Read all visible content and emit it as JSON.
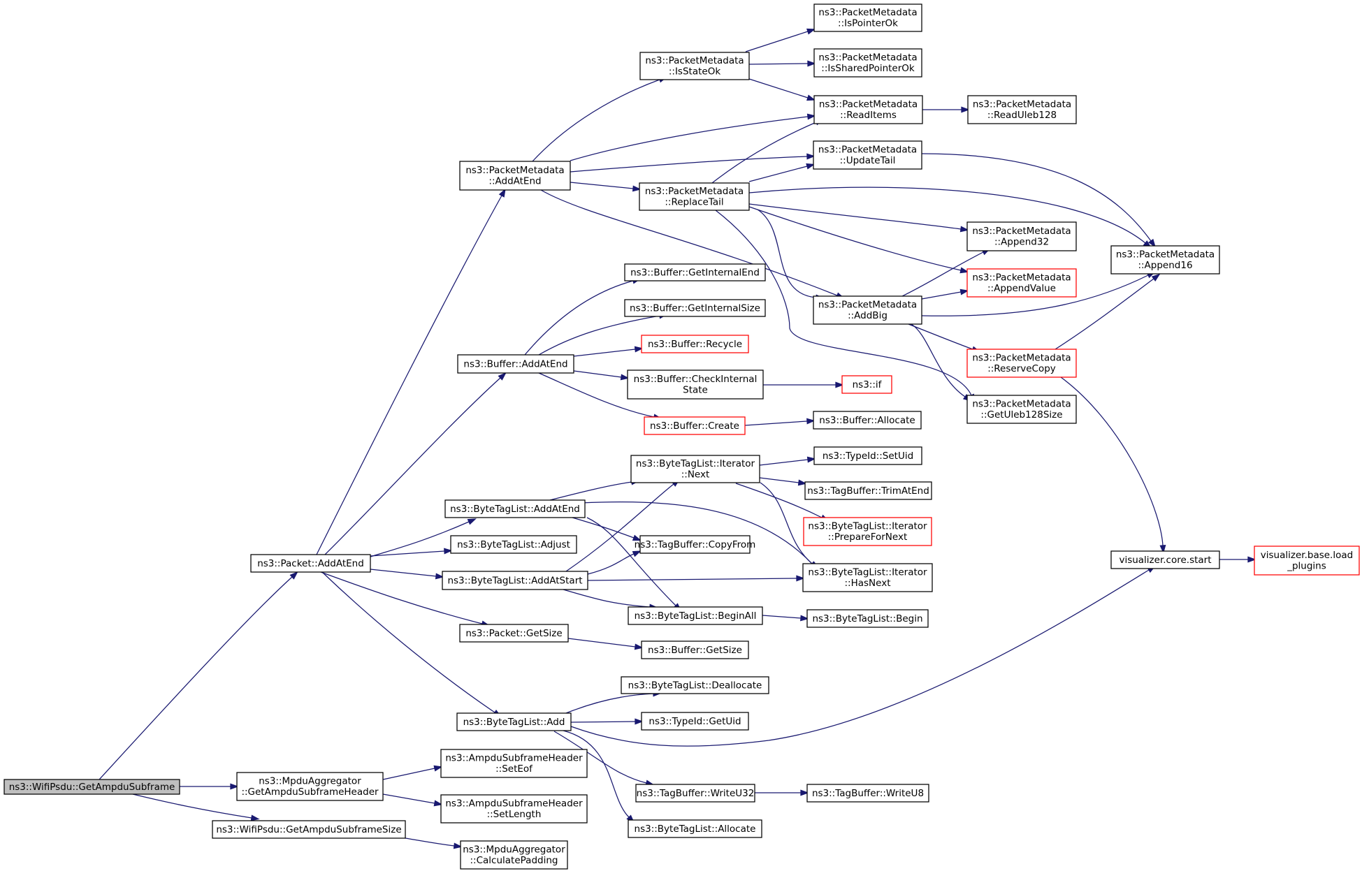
{
  "colors": {
    "edge": "#191970",
    "node_border": "#000000",
    "node_border_incomplete": "#ff0000",
    "node_fill": "#ffffff",
    "root_fill": "#bfbfbf"
  },
  "nodes": [
    {
      "id": "n0",
      "lines": [
        "ns3::WifiPsdu::GetAmpduSubframe"
      ],
      "root": true
    },
    {
      "id": "n1",
      "lines": [
        "ns3::Packet::AddAtEnd"
      ]
    },
    {
      "id": "n2",
      "lines": [
        "ns3::MpduAggregator",
        "::GetAmpduSubframeHeader"
      ]
    },
    {
      "id": "n3",
      "lines": [
        "ns3::WifiPsdu::GetAmpduSubframeSize"
      ]
    },
    {
      "id": "n4",
      "lines": [
        "ns3::PacketMetadata",
        "::AddAtEnd"
      ]
    },
    {
      "id": "n5",
      "lines": [
        "ns3::Buffer::AddAtEnd"
      ]
    },
    {
      "id": "n6",
      "lines": [
        "ns3::ByteTagList::AddAtEnd"
      ]
    },
    {
      "id": "n7",
      "lines": [
        "ns3::ByteTagList::Adjust"
      ]
    },
    {
      "id": "n8",
      "lines": [
        "ns3::ByteTagList::AddAtStart"
      ]
    },
    {
      "id": "n9",
      "lines": [
        "ns3::Packet::GetSize"
      ]
    },
    {
      "id": "n10",
      "lines": [
        "ns3::ByteTagList::Add"
      ]
    },
    {
      "id": "n11",
      "lines": [
        "ns3::AmpduSubframeHeader",
        "::SetEof"
      ]
    },
    {
      "id": "n12",
      "lines": [
        "ns3::AmpduSubframeHeader",
        "::SetLength"
      ]
    },
    {
      "id": "n13",
      "lines": [
        "ns3::MpduAggregator",
        "::CalculatePadding"
      ]
    },
    {
      "id": "n14",
      "lines": [
        "ns3::PacketMetadata",
        "::IsStateOk"
      ]
    },
    {
      "id": "n15",
      "lines": [
        "ns3::PacketMetadata",
        "::ReplaceTail"
      ]
    },
    {
      "id": "n16",
      "lines": [
        "ns3::PacketMetadata",
        "::IsPointerOk"
      ]
    },
    {
      "id": "n17",
      "lines": [
        "ns3::PacketMetadata",
        "::IsSharedPointerOk"
      ]
    },
    {
      "id": "n18",
      "lines": [
        "ns3::PacketMetadata",
        "::ReadItems"
      ]
    },
    {
      "id": "n19",
      "lines": [
        "ns3::PacketMetadata",
        "::UpdateTail"
      ]
    },
    {
      "id": "n20",
      "lines": [
        "ns3::PacketMetadata",
        "::ReadUleb128"
      ]
    },
    {
      "id": "n21",
      "lines": [
        "ns3::PacketMetadata",
        "::Append16"
      ]
    },
    {
      "id": "n22",
      "lines": [
        "ns3::PacketMetadata",
        "::Append32"
      ]
    },
    {
      "id": "n23",
      "lines": [
        "ns3::PacketMetadata",
        "::AppendValue"
      ],
      "incomplete": true
    },
    {
      "id": "n24",
      "lines": [
        "ns3::PacketMetadata",
        "::AddBig"
      ]
    },
    {
      "id": "n25",
      "lines": [
        "ns3::PacketMetadata",
        "::ReserveCopy"
      ],
      "incomplete": true
    },
    {
      "id": "n26",
      "lines": [
        "ns3::PacketMetadata",
        "::GetUleb128Size"
      ]
    },
    {
      "id": "n27",
      "lines": [
        "ns3::Buffer::GetInternalEnd"
      ]
    },
    {
      "id": "n28",
      "lines": [
        "ns3::Buffer::GetInternalSize"
      ]
    },
    {
      "id": "n29",
      "lines": [
        "ns3::Buffer::Recycle"
      ],
      "incomplete": true
    },
    {
      "id": "n30",
      "lines": [
        "ns3::Buffer::CheckInternal",
        "State"
      ]
    },
    {
      "id": "n31",
      "lines": [
        "ns3::if"
      ],
      "incomplete": true
    },
    {
      "id": "n32",
      "lines": [
        "ns3::Buffer::Create"
      ],
      "incomplete": true
    },
    {
      "id": "n33",
      "lines": [
        "ns3::Buffer::Allocate"
      ]
    },
    {
      "id": "n34",
      "lines": [
        "ns3::ByteTagList::Iterator",
        "::Next"
      ]
    },
    {
      "id": "n35",
      "lines": [
        "ns3::TypeId::SetUid"
      ]
    },
    {
      "id": "n36",
      "lines": [
        "ns3::TagBuffer::TrimAtEnd"
      ]
    },
    {
      "id": "n37",
      "lines": [
        "ns3::ByteTagList::Iterator",
        "::PrepareForNext"
      ],
      "incomplete": true
    },
    {
      "id": "n38",
      "lines": [
        "ns3::TagBuffer::CopyFrom"
      ]
    },
    {
      "id": "n39",
      "lines": [
        "ns3::ByteTagList::Iterator",
        "::HasNext"
      ]
    },
    {
      "id": "n40",
      "lines": [
        "ns3::ByteTagList::BeginAll"
      ]
    },
    {
      "id": "n41",
      "lines": [
        "ns3::ByteTagList::Begin"
      ]
    },
    {
      "id": "n42",
      "lines": [
        "ns3::Buffer::GetSize"
      ]
    },
    {
      "id": "n43",
      "lines": [
        "ns3::ByteTagList::Deallocate"
      ]
    },
    {
      "id": "n44",
      "lines": [
        "ns3::TypeId::GetUid"
      ]
    },
    {
      "id": "n45",
      "lines": [
        "ns3::TagBuffer::WriteU32"
      ]
    },
    {
      "id": "n46",
      "lines": [
        "ns3::TagBuffer::WriteU8"
      ]
    },
    {
      "id": "n47",
      "lines": [
        "ns3::ByteTagList::Allocate"
      ]
    },
    {
      "id": "n48",
      "lines": [
        "visualizer.core.start"
      ]
    },
    {
      "id": "n49",
      "lines": [
        "visualizer.base.load",
        "_plugins"
      ],
      "incomplete": true
    }
  ],
  "edges": [
    [
      "n0",
      "n1"
    ],
    [
      "n0",
      "n2"
    ],
    [
      "n0",
      "n3"
    ],
    [
      "n1",
      "n4"
    ],
    [
      "n1",
      "n5"
    ],
    [
      "n1",
      "n6"
    ],
    [
      "n1",
      "n7"
    ],
    [
      "n1",
      "n8"
    ],
    [
      "n1",
      "n9"
    ],
    [
      "n1",
      "n10"
    ],
    [
      "n2",
      "n11"
    ],
    [
      "n2",
      "n12"
    ],
    [
      "n3",
      "n13"
    ],
    [
      "n4",
      "n14"
    ],
    [
      "n4",
      "n18"
    ],
    [
      "n4",
      "n19"
    ],
    [
      "n4",
      "n15"
    ],
    [
      "n4",
      "n24"
    ],
    [
      "n14",
      "n16"
    ],
    [
      "n14",
      "n17"
    ],
    [
      "n14",
      "n18"
    ],
    [
      "n18",
      "n20"
    ],
    [
      "n19",
      "n21"
    ],
    [
      "n15",
      "n18"
    ],
    [
      "n15",
      "n19"
    ],
    [
      "n15",
      "n21"
    ],
    [
      "n15",
      "n22"
    ],
    [
      "n15",
      "n23"
    ],
    [
      "n15",
      "n24"
    ],
    [
      "n15",
      "n26"
    ],
    [
      "n24",
      "n22"
    ],
    [
      "n24",
      "n23"
    ],
    [
      "n24",
      "n21"
    ],
    [
      "n24",
      "n25"
    ],
    [
      "n24",
      "n26"
    ],
    [
      "n25",
      "n21"
    ],
    [
      "n25",
      "n48"
    ],
    [
      "n5",
      "n27"
    ],
    [
      "n5",
      "n28"
    ],
    [
      "n5",
      "n29"
    ],
    [
      "n5",
      "n30"
    ],
    [
      "n5",
      "n32"
    ],
    [
      "n30",
      "n31"
    ],
    [
      "n32",
      "n33"
    ],
    [
      "n6",
      "n34"
    ],
    [
      "n6",
      "n38"
    ],
    [
      "n6",
      "n39"
    ],
    [
      "n6",
      "n40"
    ],
    [
      "n34",
      "n35"
    ],
    [
      "n34",
      "n36"
    ],
    [
      "n34",
      "n37"
    ],
    [
      "n34",
      "n39"
    ],
    [
      "n8",
      "n34"
    ],
    [
      "n8",
      "n38"
    ],
    [
      "n8",
      "n39"
    ],
    [
      "n8",
      "n40"
    ],
    [
      "n40",
      "n41"
    ],
    [
      "n9",
      "n42"
    ],
    [
      "n10",
      "n43"
    ],
    [
      "n10",
      "n44"
    ],
    [
      "n10",
      "n45"
    ],
    [
      "n10",
      "n47"
    ],
    [
      "n10",
      "n48"
    ],
    [
      "n45",
      "n46"
    ],
    [
      "n48",
      "n49"
    ]
  ]
}
